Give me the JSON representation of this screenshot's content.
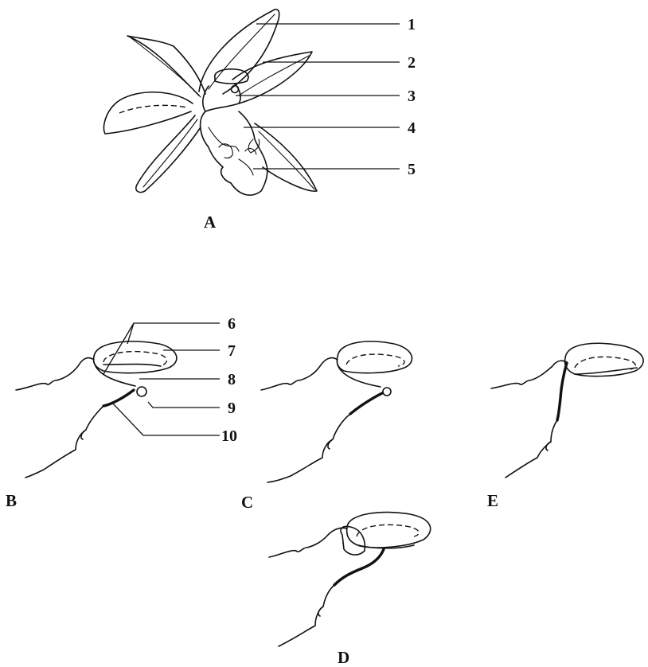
{
  "labels": {
    "l1": "1",
    "l2": "2",
    "l3": "3",
    "l4": "4",
    "l5": "5",
    "l6": "6",
    "l7": "7",
    "l8": "8",
    "l9": "9",
    "l10": "10"
  },
  "panels": {
    "A": "A",
    "B": "B",
    "C": "C",
    "D": "D",
    "E": "E"
  }
}
